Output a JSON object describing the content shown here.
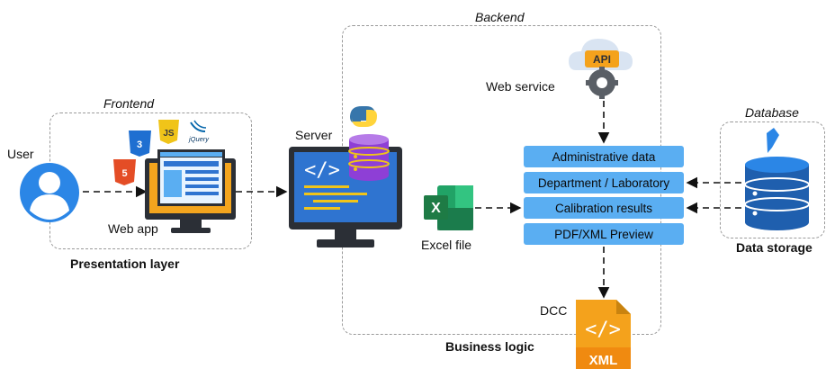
{
  "regions": {
    "backend_title": "Backend",
    "frontend_title": "Frontend",
    "database_title": "Database"
  },
  "labels": {
    "user": "User",
    "web_app": "Web app",
    "presentation_layer": "Presentation layer",
    "server": "Server",
    "web_service": "Web service",
    "excel_file": "Excel file",
    "business_logic": "Business logic",
    "data_storage": "Data storage",
    "dcc": "DCC"
  },
  "icons": {
    "api_text": "API",
    "xml_text": "XML",
    "excel_letter": "X",
    "jquery_text": "jQuery",
    "js_text": "JS"
  },
  "boxes": [
    {
      "label": "Administrative data"
    },
    {
      "label": "Department / Laboratory"
    },
    {
      "label": "Calibration results"
    },
    {
      "label": "PDF/XML Preview"
    }
  ],
  "colors": {
    "box_fill": "#5aaef2",
    "monitor_body": "#2b2f36",
    "screen_blue": "#2f74d0",
    "db_blue": "#1f5fae",
    "db_purple": "#8e3fd6",
    "xml_orange": "#f4a21c",
    "excel_green": "#1e7b45"
  }
}
